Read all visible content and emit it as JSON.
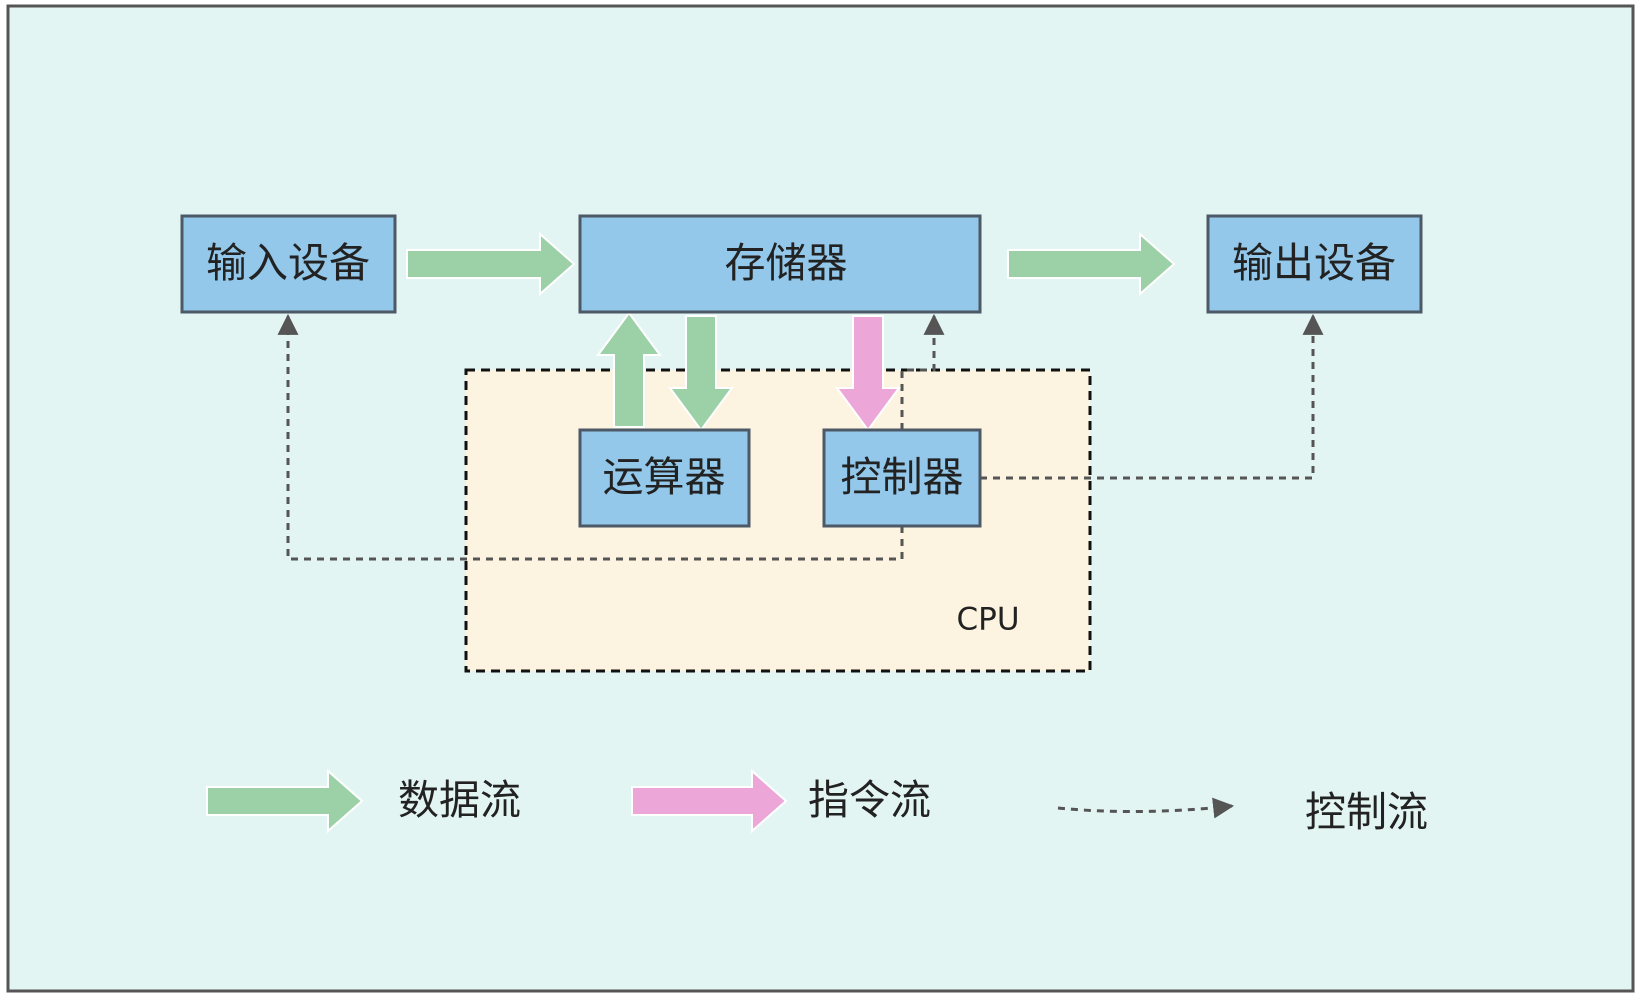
{
  "diagram": {
    "colors": {
      "background": "#e3f5f3",
      "frame_border": "#555555",
      "box_fill": "#93c8ea",
      "box_border": "#4d5966",
      "cpu_fill": "#fcf4e0",
      "cpu_border": "#111111",
      "data_flow": "#9cd1a8",
      "instruction_flow": "#eca6d8",
      "control_flow": "#555555",
      "text": "#222222"
    },
    "boxes": {
      "input_device": "输入设备",
      "memory": "存储器",
      "output_device": "输出设备",
      "alu": "运算器",
      "controller": "控制器"
    },
    "cpu_label": "CPU",
    "legend": {
      "data_flow": "数据流",
      "instruction_flow": "指令流",
      "control_flow": "控制流"
    }
  }
}
